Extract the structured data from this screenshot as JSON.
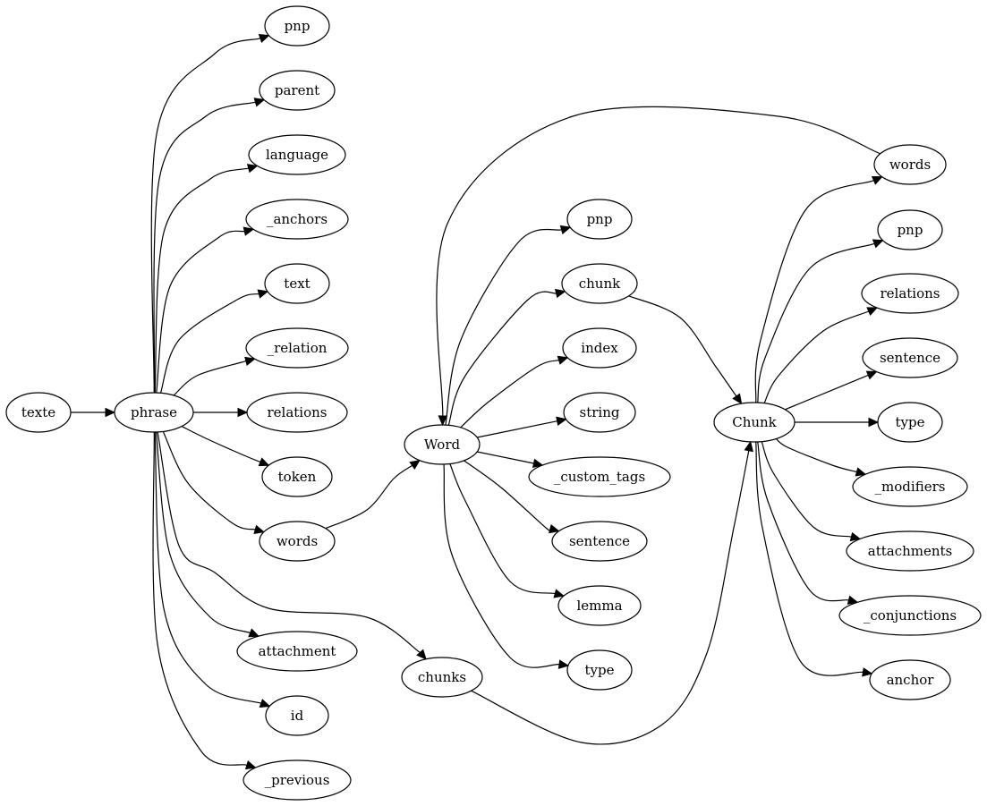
{
  "graph": {
    "nodes": [
      {
        "id": "texte",
        "label": "texte"
      },
      {
        "id": "phrase",
        "label": "phrase"
      },
      {
        "id": "p_pnp",
        "label": "pnp"
      },
      {
        "id": "p_parent",
        "label": "parent"
      },
      {
        "id": "p_language",
        "label": "language"
      },
      {
        "id": "p_anchors",
        "label": "_anchors"
      },
      {
        "id": "p_text",
        "label": "text"
      },
      {
        "id": "p_relation",
        "label": "_relation"
      },
      {
        "id": "p_relations",
        "label": "relations"
      },
      {
        "id": "p_token",
        "label": "token"
      },
      {
        "id": "p_words",
        "label": "words"
      },
      {
        "id": "p_attachment",
        "label": "attachment"
      },
      {
        "id": "p_id",
        "label": "id"
      },
      {
        "id": "p_previous",
        "label": "_previous"
      },
      {
        "id": "p_chunks",
        "label": "chunks"
      },
      {
        "id": "Word",
        "label": "Word"
      },
      {
        "id": "w_pnp",
        "label": "pnp"
      },
      {
        "id": "w_chunk",
        "label": "chunk"
      },
      {
        "id": "w_index",
        "label": "index"
      },
      {
        "id": "w_string",
        "label": "string"
      },
      {
        "id": "w_custom_tags",
        "label": "_custom_tags"
      },
      {
        "id": "w_sentence",
        "label": "sentence"
      },
      {
        "id": "w_lemma",
        "label": "lemma"
      },
      {
        "id": "w_type",
        "label": "type"
      },
      {
        "id": "Chunk",
        "label": "Chunk"
      },
      {
        "id": "c_words",
        "label": "words"
      },
      {
        "id": "c_pnp",
        "label": "pnp"
      },
      {
        "id": "c_relations",
        "label": "relations"
      },
      {
        "id": "c_sentence",
        "label": "sentence"
      },
      {
        "id": "c_type",
        "label": "type"
      },
      {
        "id": "c_modifiers",
        "label": "_modifiers"
      },
      {
        "id": "c_attachments",
        "label": "attachments"
      },
      {
        "id": "c_conjunctions",
        "label": "_conjunctions"
      },
      {
        "id": "c_anchor",
        "label": "anchor"
      }
    ],
    "edges": [
      {
        "from": "texte",
        "to": "phrase"
      },
      {
        "from": "phrase",
        "to": "p_pnp"
      },
      {
        "from": "phrase",
        "to": "p_parent"
      },
      {
        "from": "phrase",
        "to": "p_language"
      },
      {
        "from": "phrase",
        "to": "p_anchors"
      },
      {
        "from": "phrase",
        "to": "p_text"
      },
      {
        "from": "phrase",
        "to": "p_relation"
      },
      {
        "from": "phrase",
        "to": "p_relations"
      },
      {
        "from": "phrase",
        "to": "p_token"
      },
      {
        "from": "phrase",
        "to": "p_words"
      },
      {
        "from": "phrase",
        "to": "p_attachment"
      },
      {
        "from": "phrase",
        "to": "p_id"
      },
      {
        "from": "phrase",
        "to": "p_previous"
      },
      {
        "from": "phrase",
        "to": "p_chunks"
      },
      {
        "from": "p_words",
        "to": "Word"
      },
      {
        "from": "Word",
        "to": "w_pnp"
      },
      {
        "from": "Word",
        "to": "w_chunk"
      },
      {
        "from": "Word",
        "to": "w_index"
      },
      {
        "from": "Word",
        "to": "w_string"
      },
      {
        "from": "Word",
        "to": "w_custom_tags"
      },
      {
        "from": "Word",
        "to": "w_sentence"
      },
      {
        "from": "Word",
        "to": "w_lemma"
      },
      {
        "from": "Word",
        "to": "w_type"
      },
      {
        "from": "w_chunk",
        "to": "Chunk"
      },
      {
        "from": "p_chunks",
        "to": "Chunk"
      },
      {
        "from": "Chunk",
        "to": "c_words"
      },
      {
        "from": "Chunk",
        "to": "c_pnp"
      },
      {
        "from": "Chunk",
        "to": "c_relations"
      },
      {
        "from": "Chunk",
        "to": "c_sentence"
      },
      {
        "from": "Chunk",
        "to": "c_type"
      },
      {
        "from": "Chunk",
        "to": "c_modifiers"
      },
      {
        "from": "Chunk",
        "to": "c_attachments"
      },
      {
        "from": "Chunk",
        "to": "c_conjunctions"
      },
      {
        "from": "Chunk",
        "to": "c_anchor"
      },
      {
        "from": "c_words",
        "to": "Word"
      }
    ]
  }
}
